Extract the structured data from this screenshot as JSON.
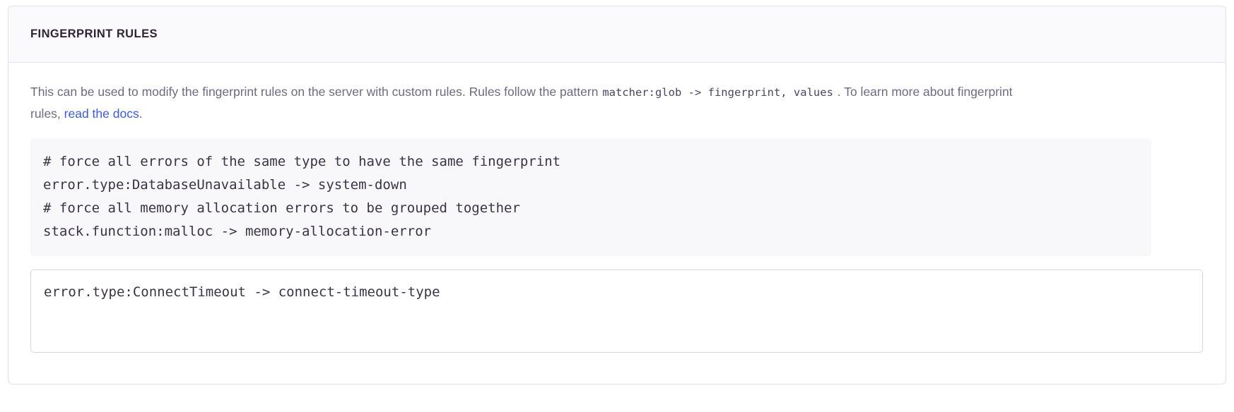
{
  "panel": {
    "title": "FINGERPRINT RULES",
    "description": {
      "part1": "This can be used to modify the fingerprint rules on the server with custom rules. Rules follow the pattern ",
      "code": "matcher:glob -> fingerprint, values",
      "part2": " . To learn more about fingerprint rules, ",
      "link_label": "read the docs",
      "part3": "."
    },
    "example_code": {
      "lines": [
        "# force all errors of the same type to have the same fingerprint",
        "error.type:DatabaseUnavailable -> system-down",
        "# force all memory allocation errors to be grouped together",
        "stack.function:malloc -> memory-allocation-error"
      ]
    },
    "rules_input": {
      "value": "error.type:ConnectTimeout -> connect-timeout-type",
      "placeholder": ""
    }
  },
  "colors": {
    "panel_border": "#e2e0e8",
    "header_background": "#fafafc",
    "title_text": "#2f2436",
    "body_text": "#6d6b81",
    "link": "#3c5bd6",
    "code_background": "#f8f8fa",
    "code_text": "#3a3345",
    "input_border": "#d8d6e0"
  }
}
